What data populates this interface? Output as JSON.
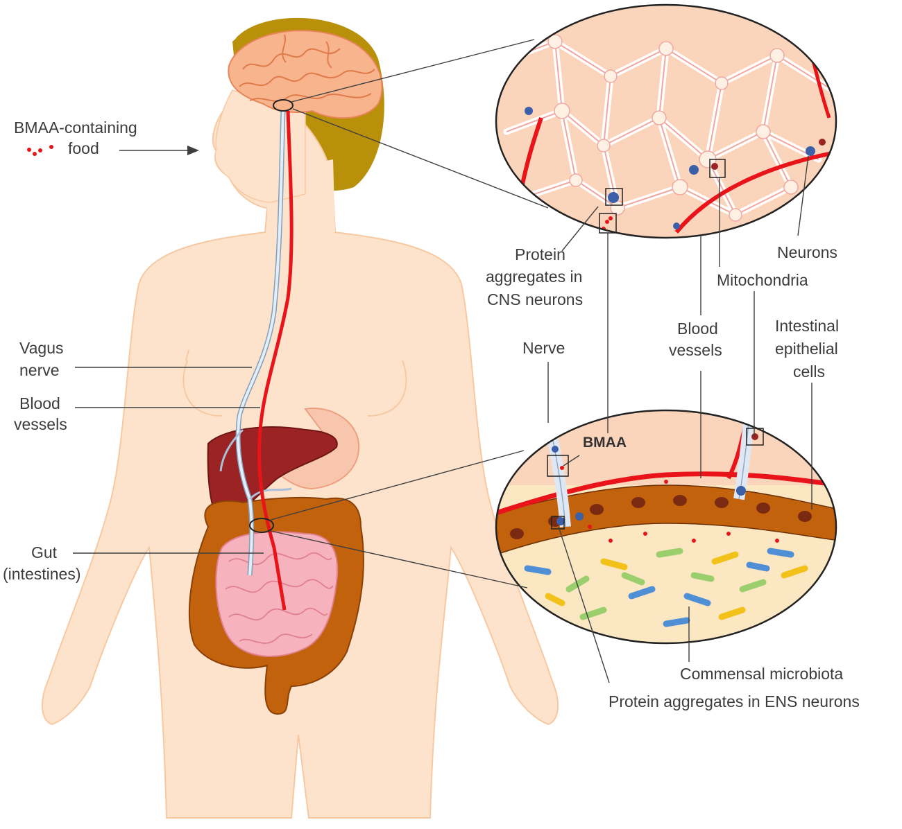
{
  "labels": {
    "food_line1": "BMAA-containing",
    "food_line2": "food",
    "vagus_line1": "Vagus",
    "vagus_line2": "nerve",
    "blood_left_line1": "Blood",
    "blood_left_line2": "vessels",
    "gut_line1": "Gut",
    "gut_line2": "(intestines)",
    "cns_line1": "Protein",
    "cns_line2": "aggregates in",
    "cns_line3": "CNS neurons",
    "neurons": "Neurons",
    "mitochondria": "Mitochondria",
    "blood_right_line1": "Blood",
    "blood_right_line2": "vessels",
    "epithelial_line1": "Intestinal",
    "epithelial_line2": "epithelial",
    "epithelial_line3": "cells",
    "nerve": "Nerve",
    "bmaa": "BMAA",
    "microbiota": "Commensal microbiota",
    "ens": "Protein aggregates in ENS neurons"
  },
  "colors": {
    "skin": "#fde3cc",
    "skin_outline": "#f7c9a3",
    "hair": "#b8900a",
    "brain": "#f7b48d",
    "liver": "#9b2323",
    "colon": "#c2620c",
    "small_intestine": "#f7b3bd",
    "blood_vessel": "#e8141a",
    "nerve": "#dfe8f2",
    "aggregate": "#3b5fa8"
  }
}
